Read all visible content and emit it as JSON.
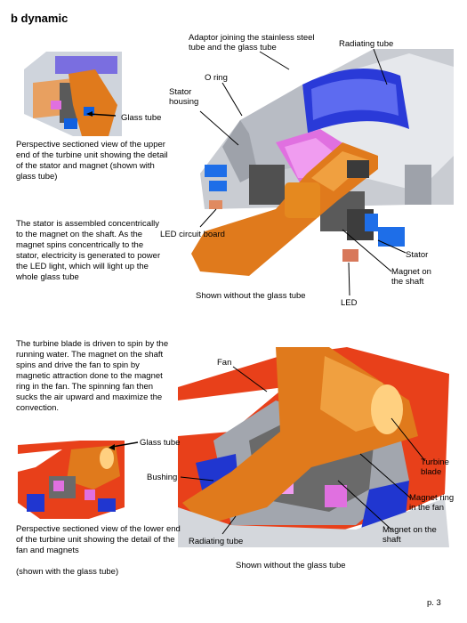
{
  "heading": "b dynamic",
  "top": {
    "labels": {
      "adaptor": "Adaptor joining the stainless steel tube and the glass tube",
      "radiating": "Radiating tube",
      "oring": "O ring",
      "stator_housing": "Stator housing",
      "glass_tube": "Glass tube",
      "led_board": "LED circuit board",
      "stator": "Stator",
      "magnet_shaft": "Magnet on the shaft",
      "led": "LED",
      "caption": "Shown without the glass tube"
    },
    "desc1": "Perspective sectioned view of the upper end of the turbine unit showing the detail of the stator and magnet (shown with glass tube)",
    "desc2": "The stator is assembled concentrically to the magnet on the shaft.  As the magnet spins concentrically to the stator, electricity is generated to power the LED light, which will light up the whole glass tube"
  },
  "bottom": {
    "desc1": "The turbine blade is driven to spin by the running water.  The magnet on the shaft spins and drive the fan to spin by magnetic attraction done to the magnet ring in the fan.  The spinning fan then sucks the air upward and maximize the convection.",
    "labels": {
      "fan": "Fan",
      "glass_tube": "Glass tube",
      "bushing": "Bushing",
      "turbine_blade": "Turbine blade",
      "magnet_ring": "Magnet ring in the fan",
      "magnet_shaft": "Magnet on the shaft",
      "radiating": "Radiating tube",
      "caption": "Shown without the glass tube"
    },
    "desc2": "Perspective sectioned view of the lower end of the turbine unit showing the detail of the fan and magnets",
    "desc3": "(shown with the glass tube)"
  },
  "page_number": "p.  3",
  "colors": {
    "orange": "#e07a1c",
    "red": "#e83a10",
    "grey": "#8a8c90",
    "magenta": "#e070e0",
    "blue": "#1060e0",
    "darkgrey": "#4a4a4a"
  }
}
